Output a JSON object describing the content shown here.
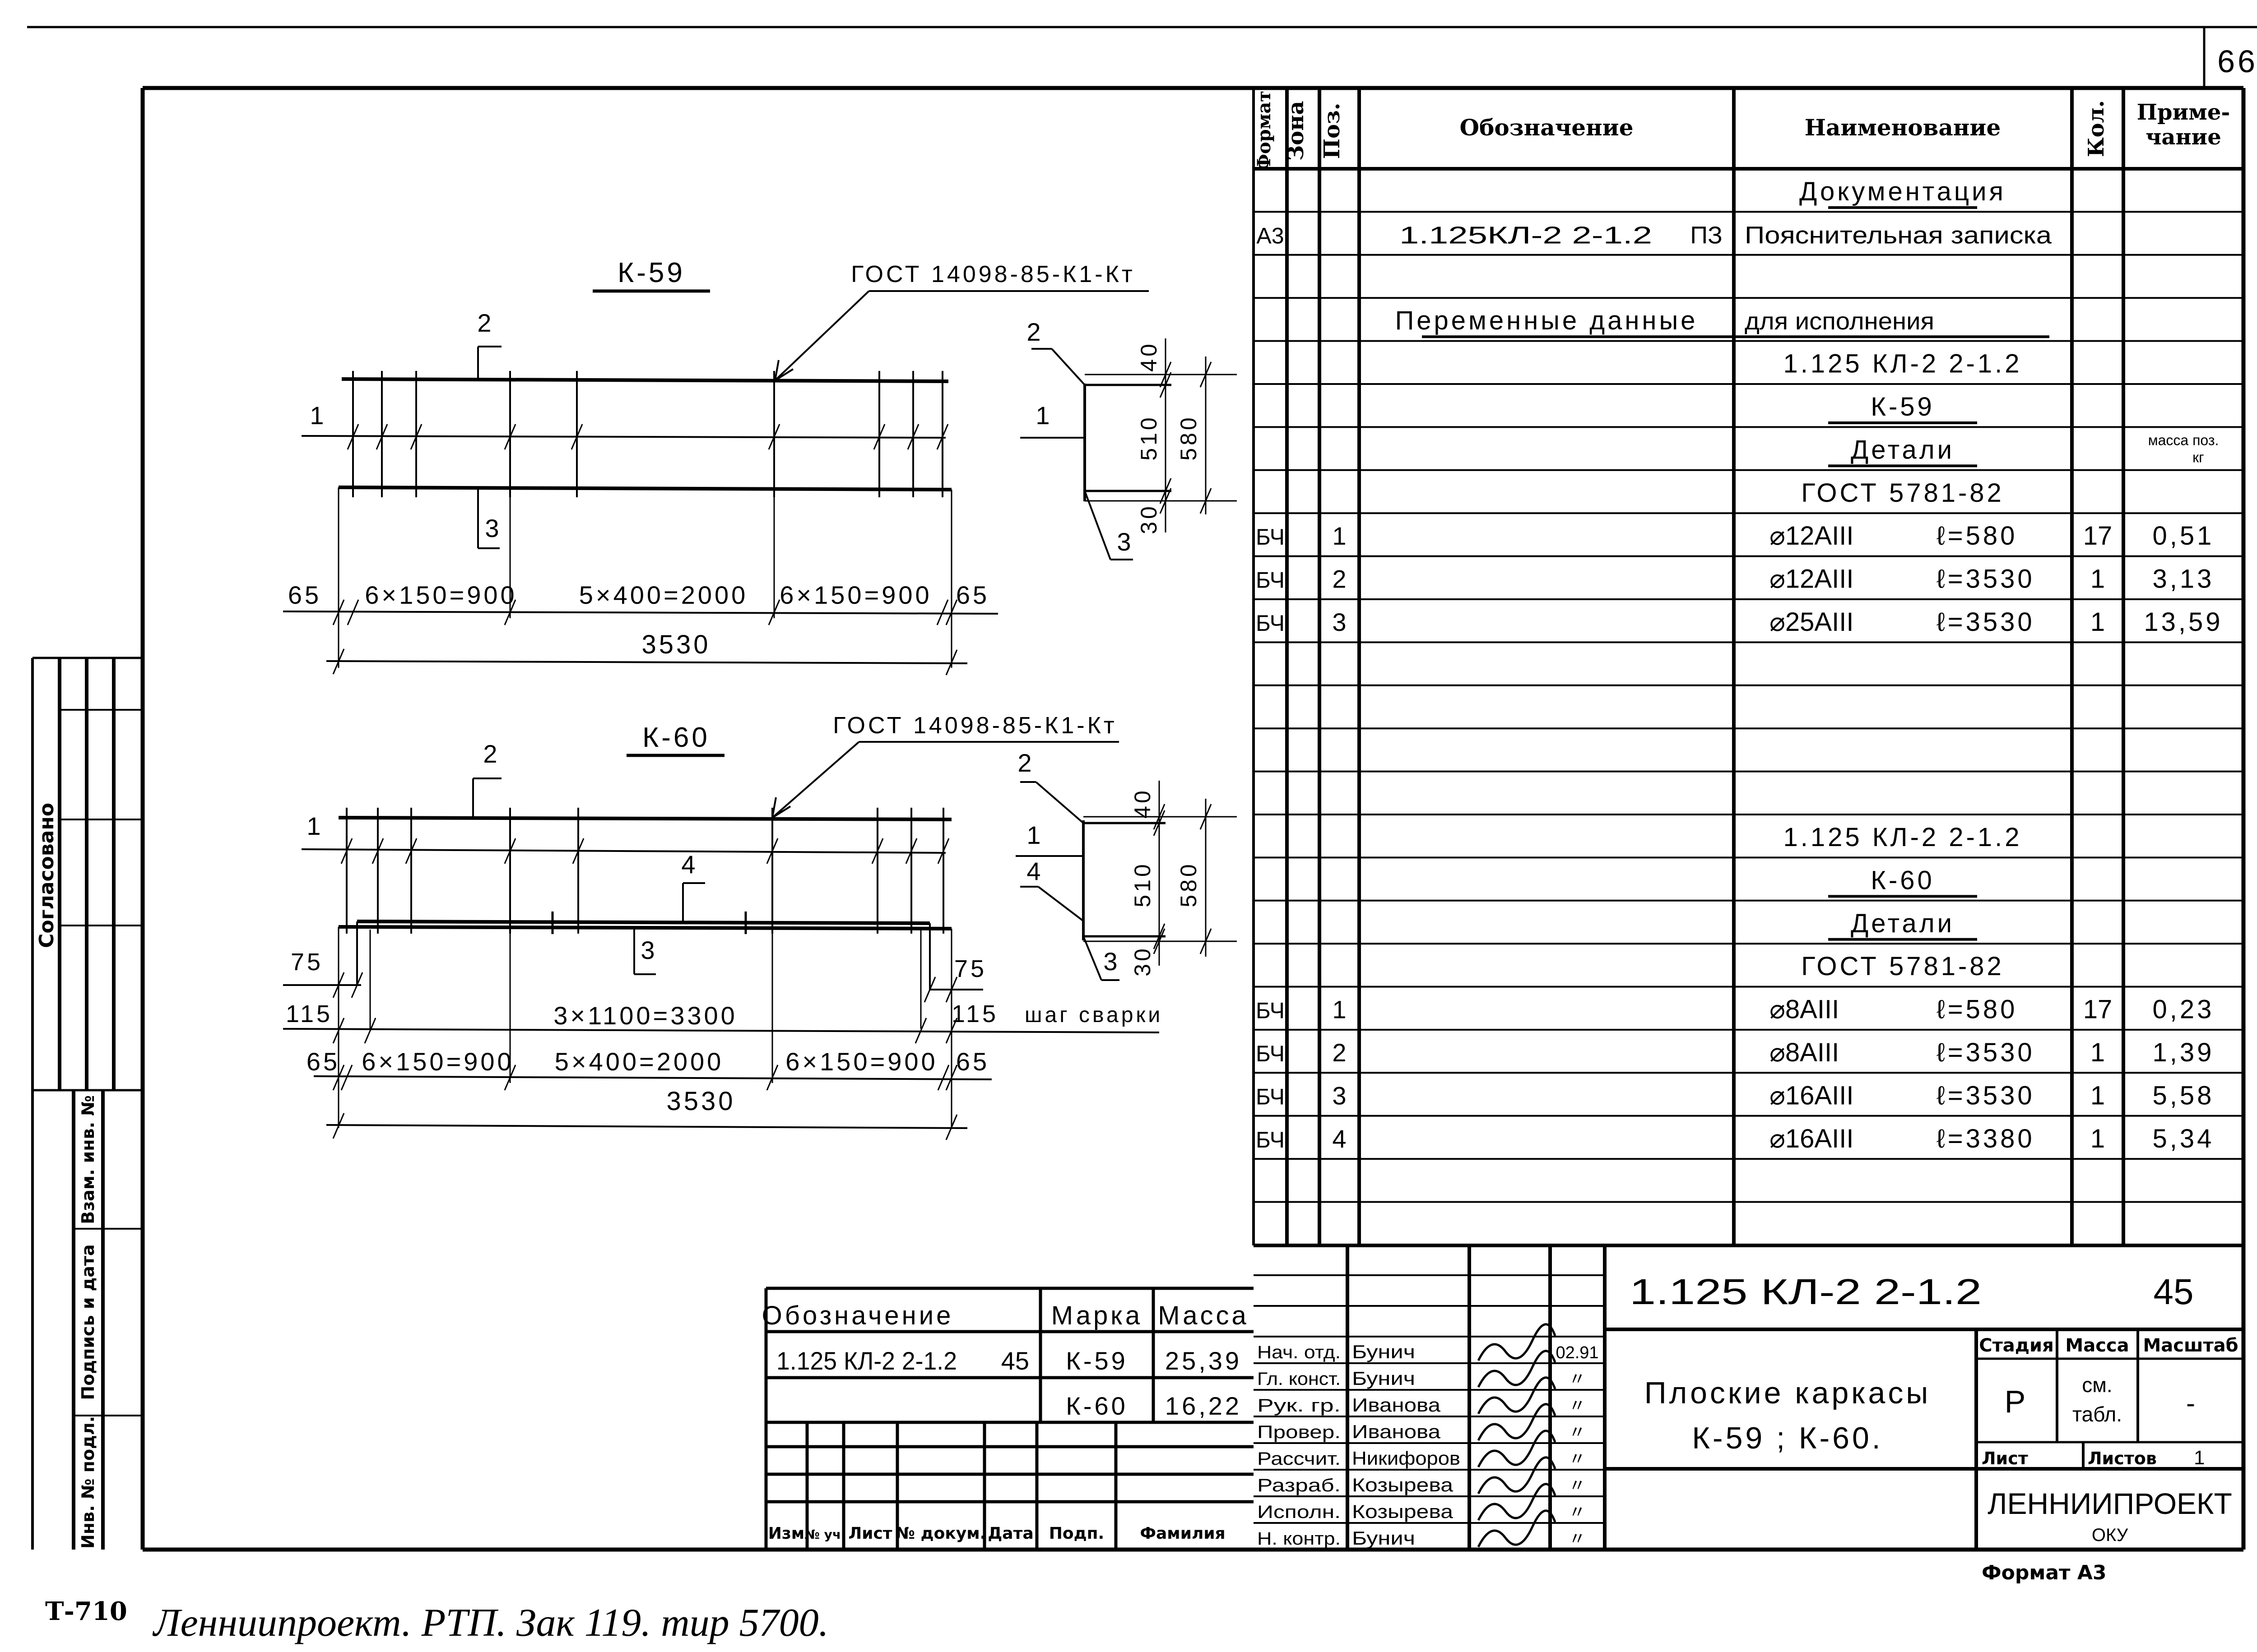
{
  "sheet_number": "66",
  "spec": {
    "headers": {
      "format": "Формат",
      "zone": "Зона",
      "pos": "Поз.",
      "designation": "Обозначение",
      "name": "Наименование",
      "qty": "Кол.",
      "note_1": "Приме-",
      "note_2": "чание"
    },
    "rows": [
      {
        "name": "Документация",
        "underline": true
      },
      {
        "format": "А3",
        "designation": "1.125КЛ-2   2-1.2",
        "designation_suffix": "ПЗ",
        "name_left": "Пояснительная записка"
      },
      {},
      {
        "designation": "Переменные данные",
        "name_left": "для исполнения",
        "underline": true
      },
      {
        "name": "1.125 КЛ-2  2-1.2"
      },
      {
        "name": "К-59",
        "underline": true
      },
      {
        "name": "Детали",
        "underline": true,
        "note_1": "масса поз.",
        "note_2": "кг"
      },
      {
        "name": "ГОСТ 5781-82"
      },
      {
        "format": "БЧ",
        "pos": "1",
        "bar": "⌀12АIII",
        "length": "ℓ=580",
        "qty": "17",
        "note": "0,51"
      },
      {
        "format": "БЧ",
        "pos": "2",
        "bar": "⌀12АIII",
        "length": "ℓ=3530",
        "qty": "1",
        "note": "3,13"
      },
      {
        "format": "БЧ",
        "pos": "3",
        "bar": "⌀25АIII",
        "length": "ℓ=3530",
        "qty": "1",
        "note": "13,59"
      },
      {},
      {},
      {},
      {},
      {
        "name": "1.125 КЛ-2  2-1.2"
      },
      {
        "name": "К-60",
        "underline": true
      },
      {
        "name": "Детали",
        "underline": true
      },
      {
        "name": "ГОСТ 5781-82"
      },
      {
        "format": "БЧ",
        "pos": "1",
        "bar": "⌀8АIII",
        "length": "ℓ=580",
        "qty": "17",
        "note": "0,23"
      },
      {
        "format": "БЧ",
        "pos": "2",
        "bar": "⌀8АIII",
        "length": "ℓ=3530",
        "qty": "1",
        "note": "1,39"
      },
      {
        "format": "БЧ",
        "pos": "3",
        "bar": "⌀16АIII",
        "length": "ℓ=3530",
        "qty": "1",
        "note": "5,58"
      },
      {
        "format": "БЧ",
        "pos": "4",
        "bar": "⌀16АIII",
        "length": "ℓ=3380",
        "qty": "1",
        "note": "5,34"
      },
      {},
      {}
    ]
  },
  "drawings": {
    "k59": {
      "title": "К-59",
      "gost": "ГОСТ 14098-85-К1-Кт",
      "pos_labels": [
        "1",
        "2",
        "3"
      ],
      "dims": [
        "65",
        "6×150=900",
        "5×400=2000",
        "6×150=900",
        "65"
      ],
      "total": "3530",
      "section": {
        "pos_labels": [
          "2",
          "1",
          "3"
        ],
        "dims": [
          "40",
          "510",
          "580",
          "30"
        ]
      }
    },
    "k60": {
      "title": "К-60",
      "gost": "ГОСТ 14098-85-К1-Кт",
      "pos_labels": [
        "1",
        "2",
        "4",
        "3"
      ],
      "left_dims": [
        "75",
        "115"
      ],
      "right_dims": [
        "75",
        "115"
      ],
      "weld_step_label": "шаг сварки",
      "weld_dim": "3×1100=3300",
      "dims": [
        "65",
        "6×150=900",
        "5×400=2000",
        "6×150=900",
        "65"
      ],
      "total": "3530",
      "section": {
        "pos_labels": [
          "2",
          "1",
          "4",
          "3"
        ],
        "dims": [
          "40",
          "510",
          "580",
          "30"
        ]
      }
    }
  },
  "mass_table": {
    "headers": [
      "Обозначение",
      "Марка",
      "Масса"
    ],
    "designation": "1.125 КЛ-2  2-1.2",
    "designation_suffix": "45",
    "rows": [
      {
        "mark": "К-59",
        "mass": "25,39"
      },
      {
        "mark": "К-60",
        "mass": "16,22"
      }
    ]
  },
  "revision_headers": [
    "Изм",
    "№ уч.",
    "Лист",
    "№ докум.",
    "Дата",
    "Подп.",
    "Фамилия"
  ],
  "title_block": {
    "code": "1.125 КЛ-2   2-1.2",
    "code_suffix": "45",
    "signatures": [
      {
        "role": "Нач. отд.",
        "name": "Бунич",
        "date": "02.91"
      },
      {
        "role": "Гл. конст.",
        "name": "Бунич",
        "date": "〃"
      },
      {
        "role": "Рук. гр.",
        "name": "Иванова",
        "date": "〃"
      },
      {
        "role": "Провер.",
        "name": "Иванова",
        "date": "〃"
      },
      {
        "role": "Рассчит.",
        "name": "Никифоров",
        "date": "〃"
      },
      {
        "role": "Разраб.",
        "name": "Козырева",
        "date": "〃"
      },
      {
        "role": "Исполн.",
        "name": "Козырева",
        "date": "〃"
      },
      {
        "role": "Н. контр.",
        "name": "Бунич",
        "date": "〃"
      }
    ],
    "drawing_name_1": "Плоские каркасы",
    "drawing_name_2": "К-59 ; К-60.",
    "stage_label": "Стадия",
    "mass_label": "Масса",
    "scale_label": "Масштаб",
    "stage": "Р",
    "mass_1": "см.",
    "mass_2": "табл.",
    "scale": "-",
    "sheet_label": "Лист",
    "sheets_label": "Листов",
    "sheets": "1",
    "org": "ЛЕННИИПРОЕКТ",
    "dept": "ОКУ"
  },
  "format_label": "Формат А3",
  "margin": {
    "agreed": "Согласовано",
    "replaces_inv": "Взам. инв. №",
    "sign_date": "Подпись и дата",
    "inv_no": "Инв. № подл."
  },
  "footer": {
    "code": "Т-710",
    "print_note": "Ленниипроект. РТП. Зак 119. тир 5700."
  }
}
